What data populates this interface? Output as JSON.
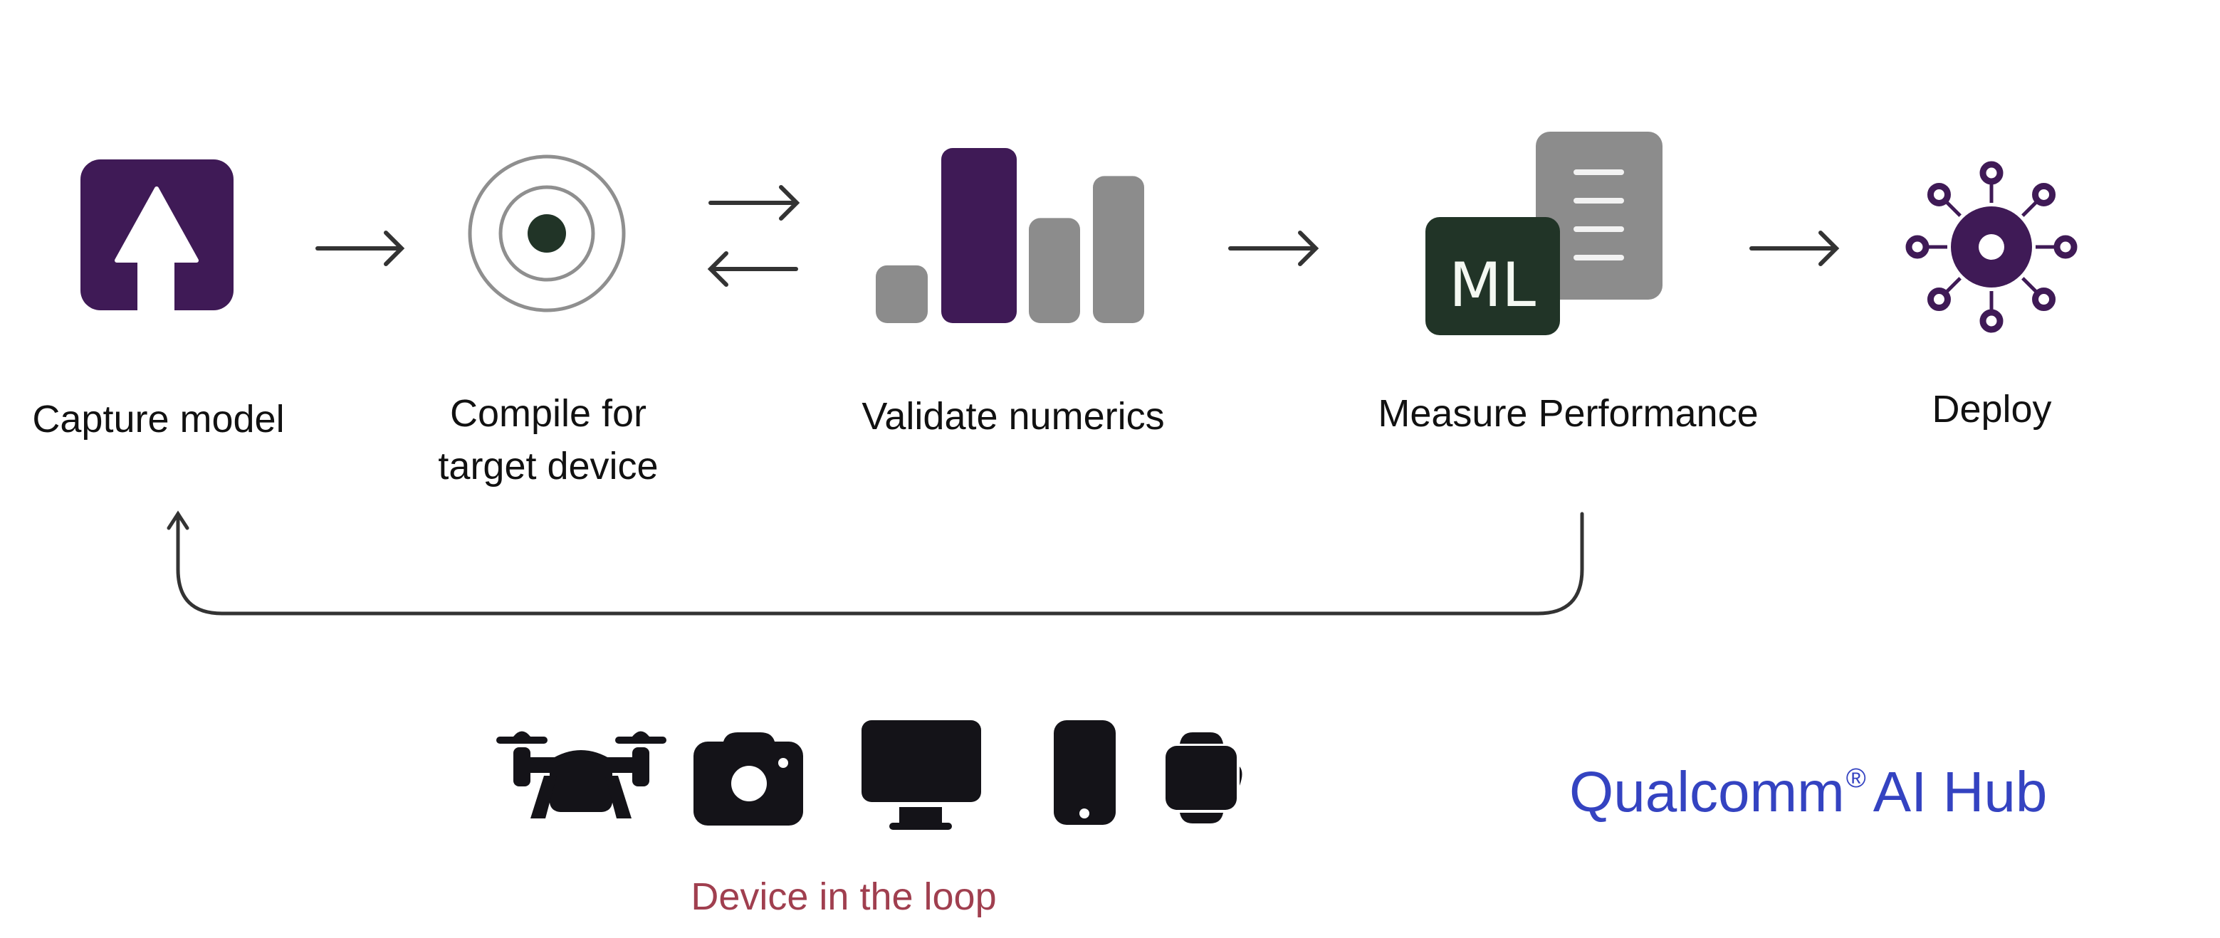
{
  "colors": {
    "purple": "#3f1a56",
    "gray": "#8c8c8c",
    "dark_green": "#213427",
    "arrow": "#333333",
    "text": "#111111",
    "device_icon": "#141318",
    "caption": "#a03f4f",
    "brand": "#3443c1"
  },
  "steps": [
    {
      "id": "capture",
      "icon": "upload-arrow-icon",
      "label": "Capture model"
    },
    {
      "id": "compile",
      "icon": "target-icon",
      "label_lines": [
        "Compile for",
        "target device"
      ]
    },
    {
      "id": "validate",
      "icon": "bar-chart-icon",
      "label": "Validate numerics"
    },
    {
      "id": "measure",
      "icon": "ml-document-icon",
      "label": "Measure Performance",
      "badge": "ML"
    },
    {
      "id": "deploy",
      "icon": "network-hub-icon",
      "label": "Deploy"
    }
  ],
  "connectors": [
    {
      "from": "capture",
      "to": "compile",
      "type": "arrow-right"
    },
    {
      "from": "compile",
      "to": "validate",
      "type": "bidirectional"
    },
    {
      "from": "validate",
      "to": "measure",
      "type": "arrow-right"
    },
    {
      "from": "measure",
      "to": "deploy",
      "type": "arrow-right"
    },
    {
      "from": "measure",
      "to": "capture",
      "type": "feedback-loop"
    }
  ],
  "validate_bars_relative": [
    0.33,
    1.0,
    0.6,
    0.84
  ],
  "devices": [
    {
      "name": "drone",
      "icon": "drone-icon"
    },
    {
      "name": "camera",
      "icon": "camera-icon"
    },
    {
      "name": "desktop",
      "icon": "monitor-icon"
    },
    {
      "name": "phone",
      "icon": "phone-icon"
    },
    {
      "name": "watch",
      "icon": "watch-icon"
    }
  ],
  "device_caption": "Device in the loop",
  "brand": {
    "name": "Qualcomm",
    "mark": "®",
    "product": "AI Hub"
  }
}
